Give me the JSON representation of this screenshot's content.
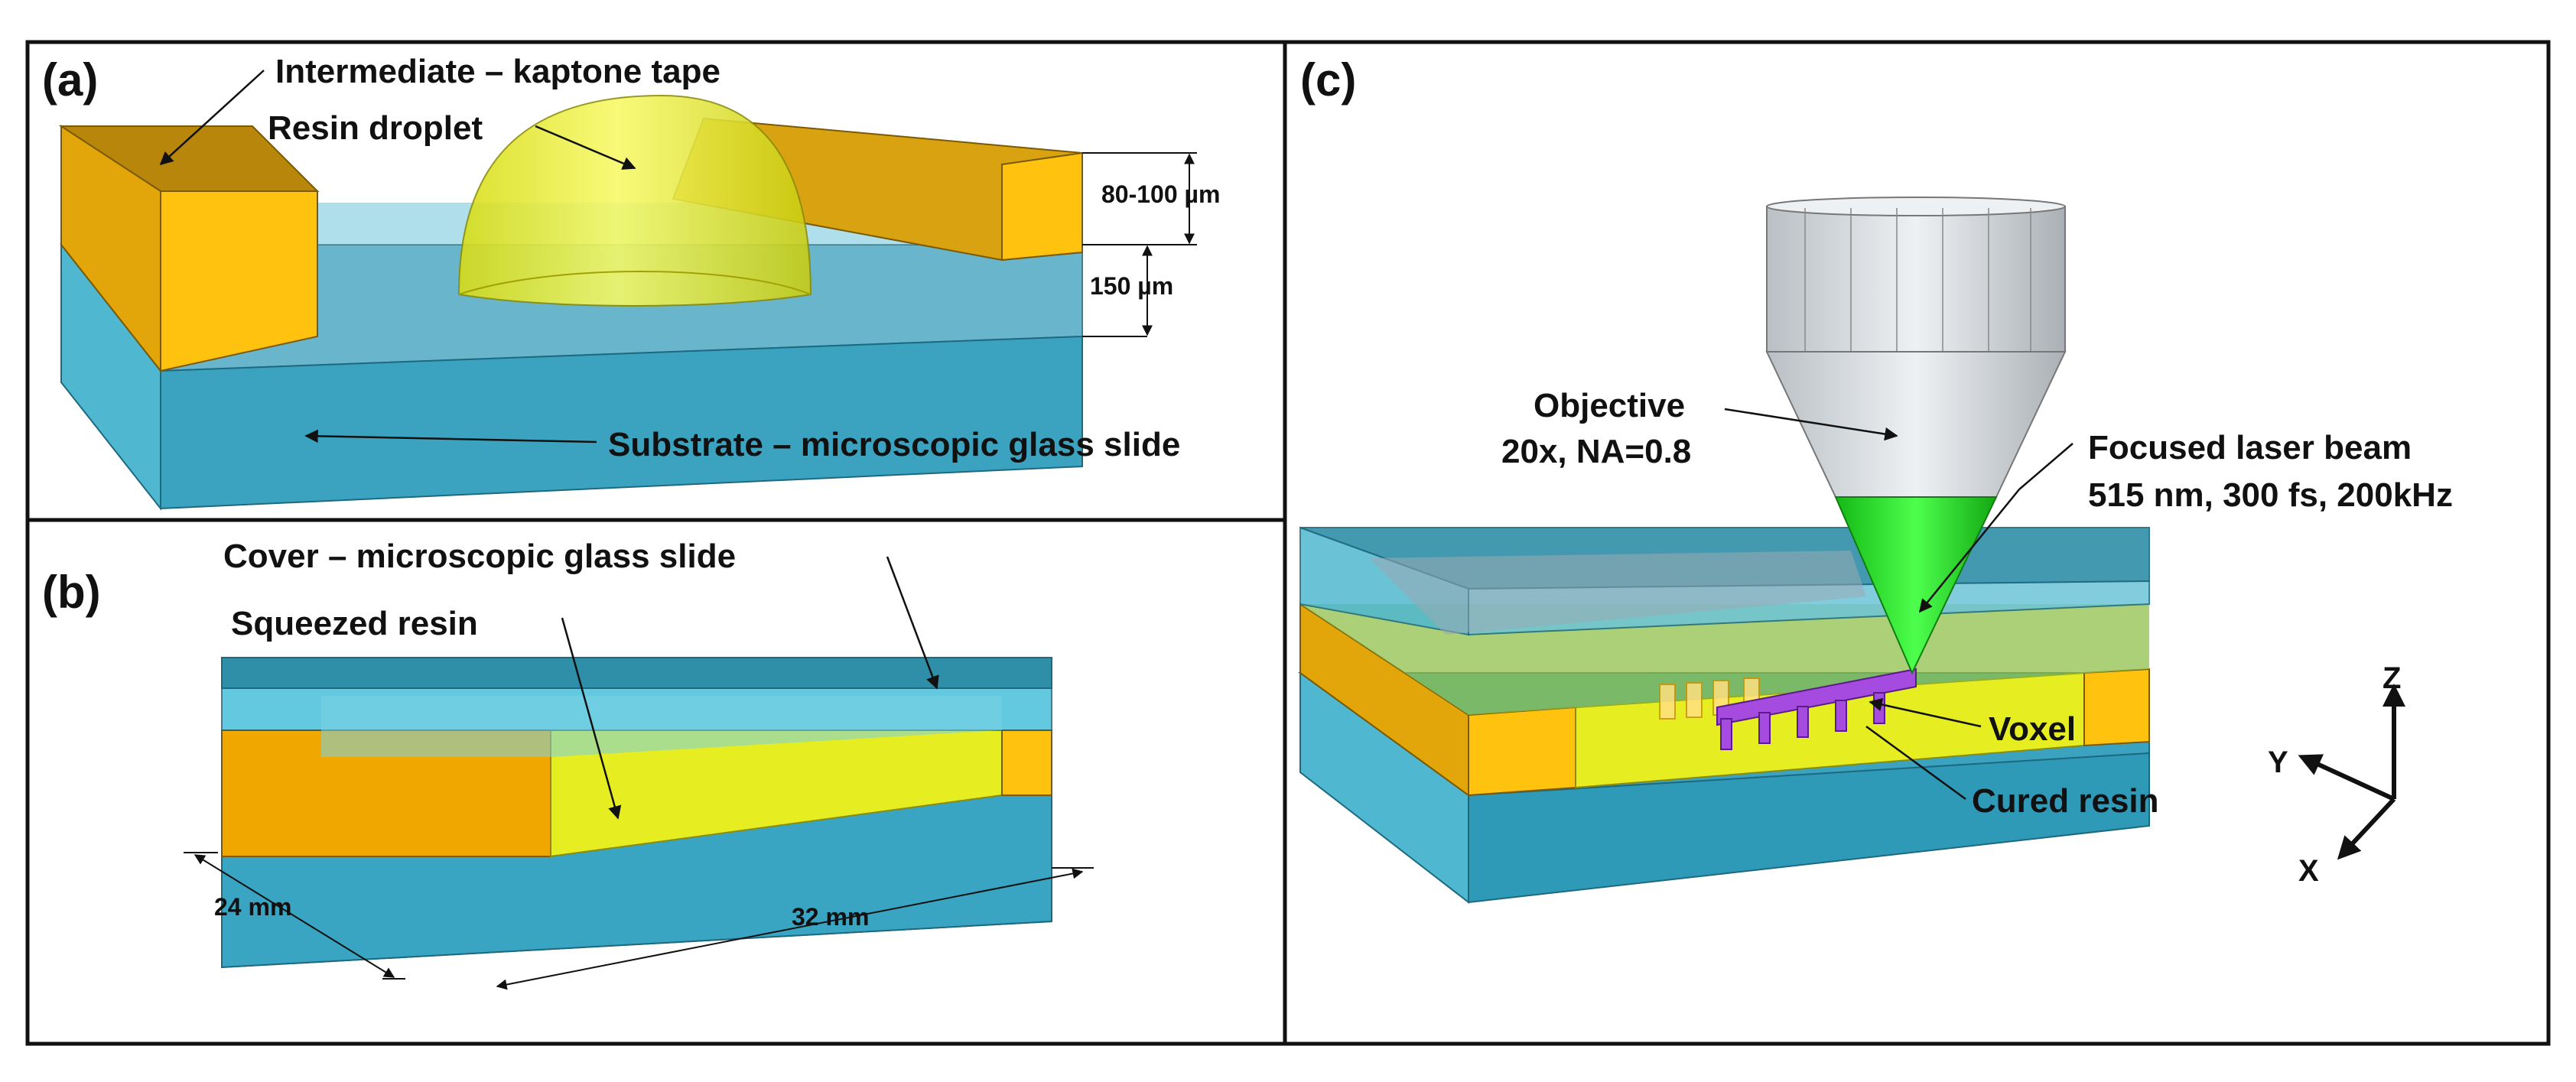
{
  "panels": {
    "a": {
      "label": "(a)",
      "intermediate": "Intermediate – kaptone tape",
      "droplet": "Resin droplet",
      "dim_top": "80-100  µm",
      "dim_bottom": "150 µm",
      "substrate": "Substrate – microscopic glass slide"
    },
    "b": {
      "label": "(b)",
      "cover": "Cover – microscopic glass slide",
      "squeezed": "Squeezed resin",
      "width": "24 mm",
      "length": "32 mm"
    },
    "c": {
      "label": "(c)",
      "objective_line1": "Objective",
      "objective_line2": "20x, NA=0.8",
      "laser_line1": "Focused laser beam",
      "laser_line2": "515 nm, 300 fs, 200kHz",
      "voxel": "Voxel",
      "cured": "Cured resin",
      "axis_z": "Z",
      "axis_y": "Y",
      "axis_x": "X"
    }
  },
  "colors": {
    "glass": "#4fb8d0",
    "glass_dark": "#2f8fa8",
    "tape": "#f5bf0f",
    "tape_dark": "#c8960a",
    "resin": "#e6ee22",
    "laser": "#22dd22",
    "objective": "#d8dde0",
    "cured": "#a64be0"
  }
}
